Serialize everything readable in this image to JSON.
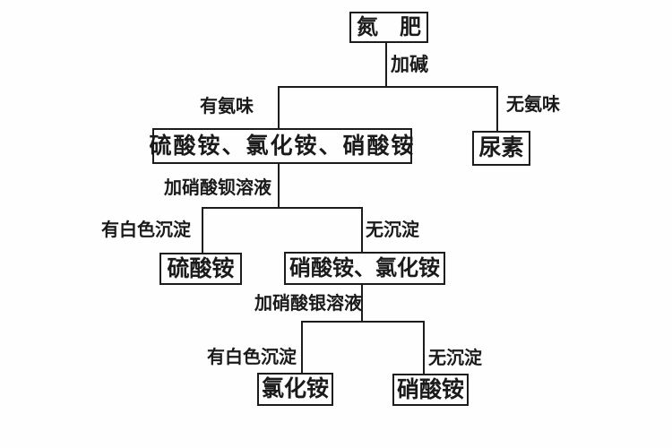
{
  "diagram": {
    "title_meaning": "nitrogen fertilizer identification flowchart",
    "background_color": "#fefefe",
    "line_color": "#1c1c1c",
    "nodes": {
      "nitrogen_fertilizer": "氮　肥",
      "ammonium_group": "硫酸铵、氯化铵、硝酸铵",
      "urea": "尿素",
      "ammonium_sulfate": "硫酸铵",
      "nitrate_chloride_group": "硝酸铵、氯化铵",
      "ammonium_chloride": "氯化铵",
      "ammonium_nitrate": "硝酸铵"
    },
    "edge_labels": {
      "add_alkali": "加碱",
      "has_ammonia_smell": "有氨味",
      "no_ammonia_smell": "无氨味",
      "add_barium_nitrate_solution": "加硝酸钡溶液",
      "white_precipitate_1": "有白色沉淀",
      "no_precipitate_1": "无沉淀",
      "add_silver_nitrate_solution": "加硝酸银溶液",
      "white_precipitate_2": "有白色沉淀",
      "no_precipitate_2": "无沉淀"
    }
  }
}
